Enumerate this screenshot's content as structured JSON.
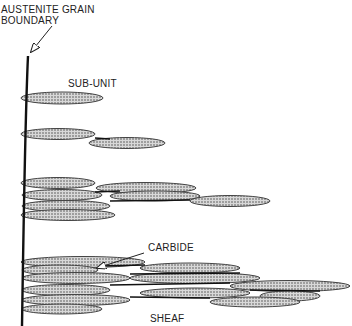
{
  "diagram": {
    "labels": [
      "AUSTENITE GRAIN BOUNDARY",
      "SUB-UNIT",
      "CARBIDE",
      "SHEAF"
    ]
  }
}
